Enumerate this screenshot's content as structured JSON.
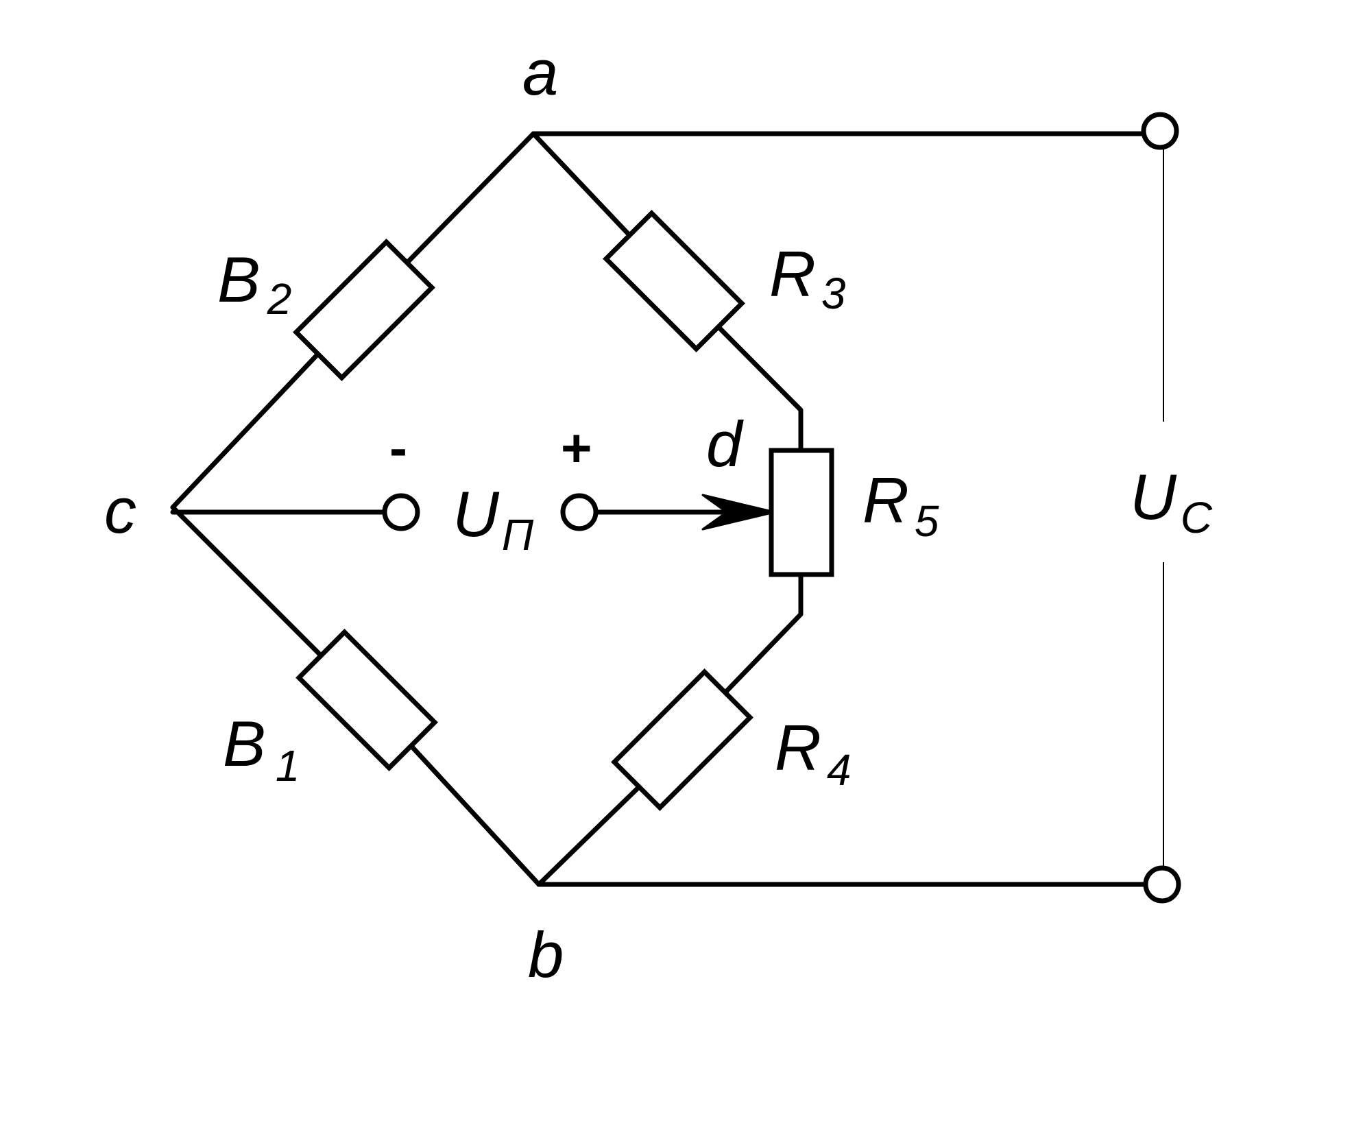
{
  "nodes": {
    "a": "a",
    "b": "b",
    "c": "c",
    "d": "d"
  },
  "components": {
    "B2": {
      "main": "B",
      "sub": "2"
    },
    "B1": {
      "main": "B",
      "sub": "1"
    },
    "R3": {
      "main": "R",
      "sub": "3"
    },
    "R4": {
      "main": "R",
      "sub": "4"
    },
    "R5": {
      "main": "R",
      "sub": "5"
    }
  },
  "sources": {
    "supply": {
      "main": "U",
      "sub": "C"
    },
    "output": {
      "main": "U",
      "sub": "П",
      "minus": "-",
      "plus": "+"
    }
  }
}
